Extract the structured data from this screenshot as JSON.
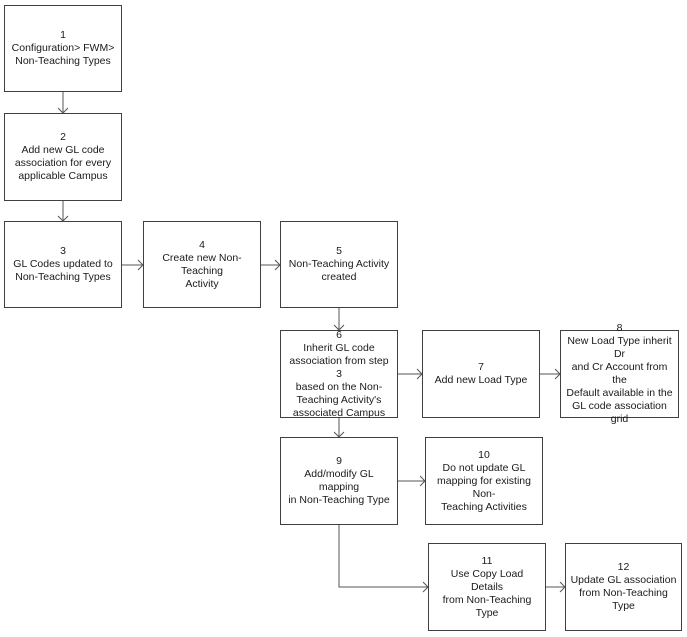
{
  "diagram": {
    "steps": [
      {
        "number": "1",
        "text": "Configuration> FWM>\nNon-Teaching Types"
      },
      {
        "number": "2",
        "text": "Add new GL code\nassociation for every\napplicable Campus"
      },
      {
        "number": "3",
        "text": "GL Codes updated to\nNon-Teaching Types"
      },
      {
        "number": "4",
        "text": "Create new Non-Teaching\nActivity"
      },
      {
        "number": "5",
        "text": "Non-Teaching Activity\ncreated"
      },
      {
        "number": "6",
        "text": "Inherit GL code\nassociation from step 3\nbased on the Non-\nTeaching Activity's\nassociated Campus"
      },
      {
        "number": "7",
        "text": "Add new Load Type"
      },
      {
        "number": "8",
        "text": "New Load Type inherit Dr\nand Cr Account from the\nDefault available in the\nGL code association grid"
      },
      {
        "number": "9",
        "text": "Add/modify GL mapping\nin Non-Teaching Type"
      },
      {
        "number": "10",
        "text": "Do not update GL\nmapping for existing Non-\nTeaching Activities"
      },
      {
        "number": "11",
        "text": "Use Copy Load Details\nfrom Non-Teaching Type"
      },
      {
        "number": "12",
        "text": "Update GL association\nfrom Non-Teaching Type"
      }
    ],
    "connections": [
      {
        "from": "1",
        "to": "2"
      },
      {
        "from": "2",
        "to": "3"
      },
      {
        "from": "3",
        "to": "4"
      },
      {
        "from": "4",
        "to": "5"
      },
      {
        "from": "5",
        "to": "6"
      },
      {
        "from": "6",
        "to": "7"
      },
      {
        "from": "7",
        "to": "8"
      },
      {
        "from": "6",
        "to": "9"
      },
      {
        "from": "9",
        "to": "10"
      },
      {
        "from": "9",
        "to": "11"
      },
      {
        "from": "11",
        "to": "12"
      }
    ]
  }
}
